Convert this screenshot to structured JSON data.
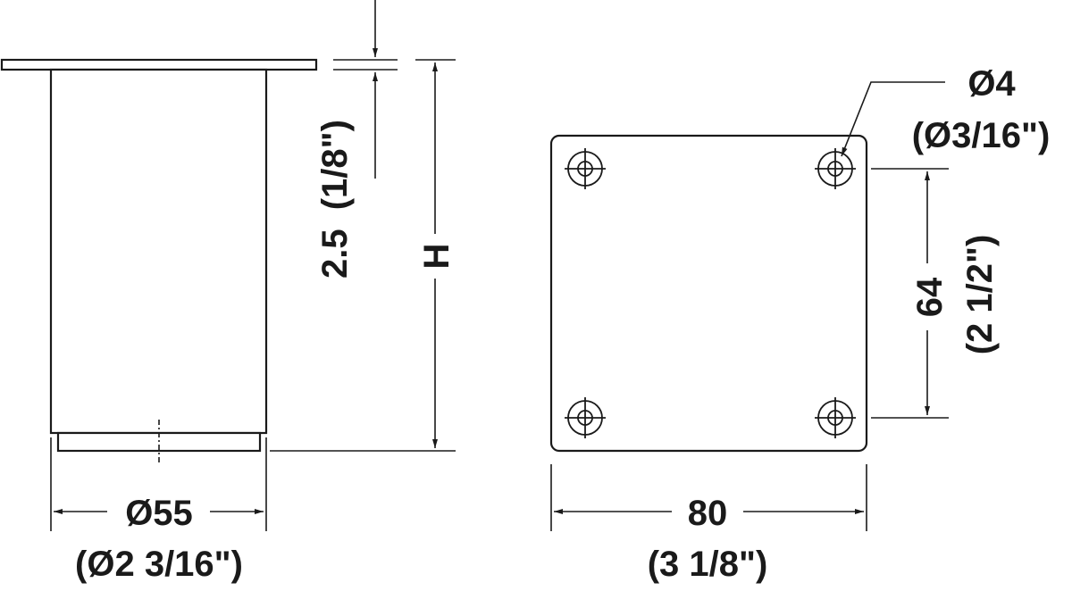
{
  "labels": {
    "diameter_mm": "Ø55",
    "diameter_in": "(Ø2 3/16\")",
    "plate_thickness_mm": "2.5",
    "plate_thickness_in": "(1/8\")",
    "height": "H",
    "hole_mm": "Ø4",
    "hole_in": "(Ø3/16\")",
    "hole_spacing_mm": "64",
    "hole_spacing_in": "(2 1/2\")",
    "plate_width_mm": "80",
    "plate_width_in": "(3 1/8\")"
  }
}
